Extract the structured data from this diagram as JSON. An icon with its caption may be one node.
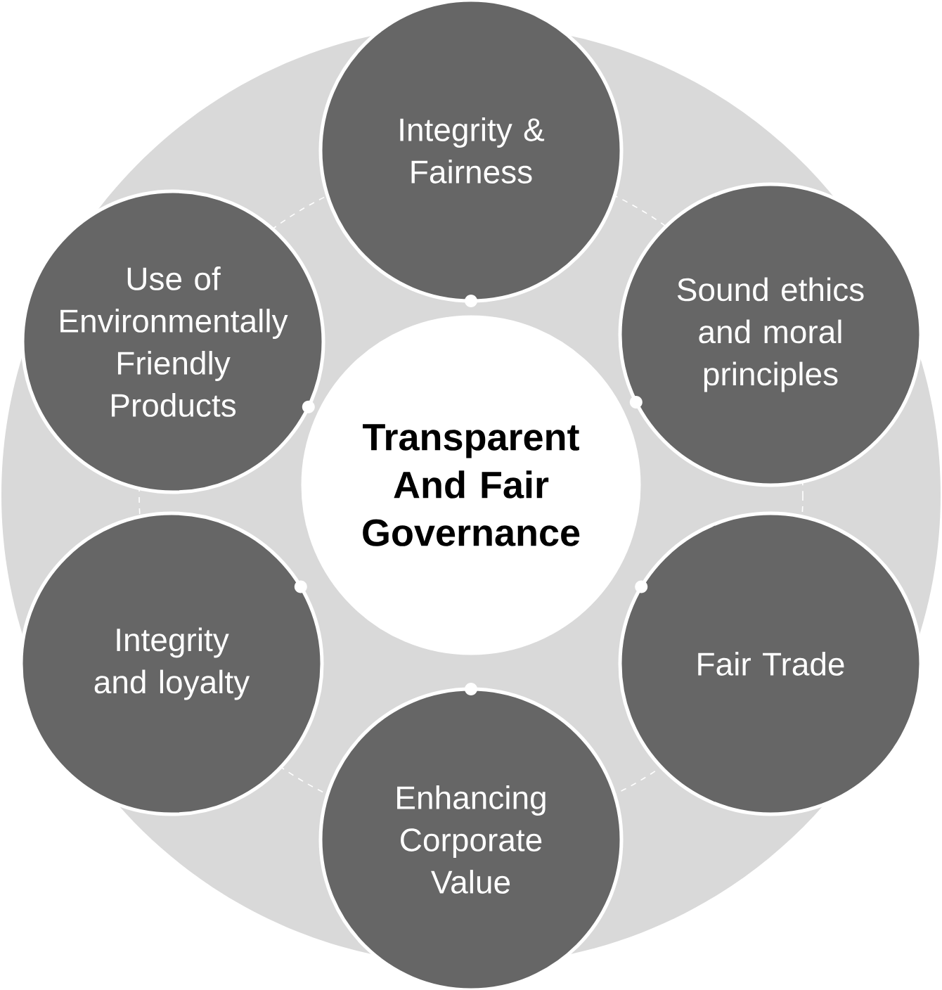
{
  "diagram": {
    "nodes": [
      {
        "text": [
          "Transparent And Fair Governance"
        ]
      },
      {
        "text": [
          "Integrity & Fairness"
        ]
      },
      {
        "text": [
          "Sound ethics and moral principles"
        ]
      },
      {
        "text": [
          "Fair Trade"
        ]
      },
      {
        "text": [
          "Enhancing Corporate Value"
        ]
      },
      {
        "text": [
          "Integrity and loyalty"
        ]
      },
      {
        "text": [
          "Use of Environmentally Friendly Products"
        ]
      }
    ]
  }
}
